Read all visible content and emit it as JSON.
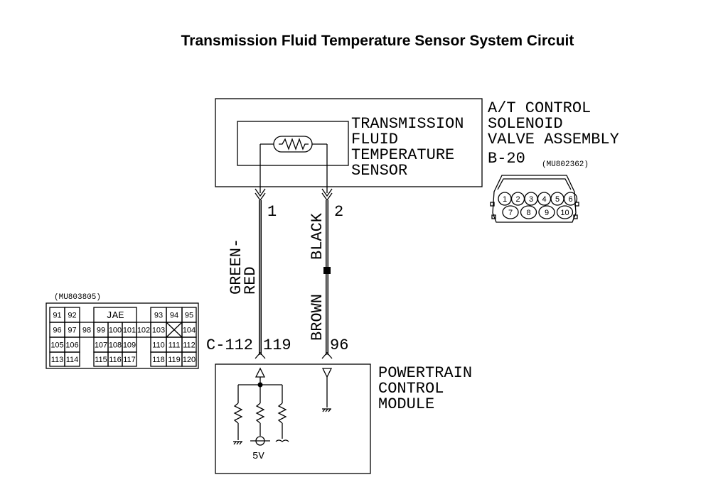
{
  "title": "Transmission Fluid Temperature Sensor System Circuit",
  "sensor": {
    "label_lines": [
      "TRANSMISSION",
      "FLUID",
      "TEMPERATURE",
      "SENSOR"
    ]
  },
  "assembly": {
    "label_lines": [
      "A/T CONTROL",
      "SOLENOID",
      "VALVE ASSEMBLY"
    ],
    "connector_id": "B-20",
    "part_number": "(MU802362)",
    "pins_row1": [
      "1",
      "2",
      "3",
      "4",
      "5",
      "6"
    ],
    "pins_row2": [
      "7",
      "8",
      "9",
      "10"
    ]
  },
  "wires": [
    {
      "from_pin": "1",
      "to_pin": "119",
      "color_lines": [
        "GREEN-",
        "RED"
      ]
    },
    {
      "from_pin": "2",
      "to_pin": "96",
      "color_lines": [
        "BROWN",
        "BLACK"
      ]
    }
  ],
  "pcm": {
    "connector_id": "C-112",
    "label_lines": [
      "POWERTRAIN",
      "CONTROL",
      "MODULE"
    ],
    "supply_label": "5V"
  },
  "pcm_connector": {
    "part_number": "(MU803805)",
    "maker": "JAE",
    "rows": [
      [
        "91",
        "92",
        "",
        "JAE",
        "",
        "",
        "",
        "93",
        "94",
        "95"
      ],
      [
        "96",
        "97",
        "98",
        "99",
        "100",
        "101",
        "102",
        "103",
        "X",
        "104"
      ],
      [
        "105",
        "106",
        "",
        "107",
        "108",
        "109",
        "",
        "110",
        "111",
        "112"
      ],
      [
        "113",
        "114",
        "",
        "115",
        "116",
        "117",
        "",
        "118",
        "119",
        "120"
      ]
    ]
  }
}
